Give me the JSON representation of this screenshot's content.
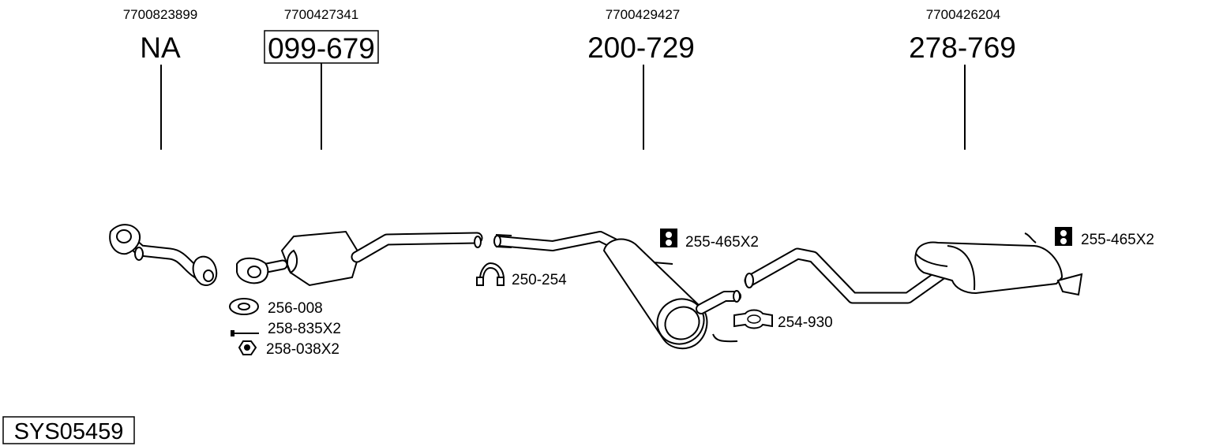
{
  "columns": [
    {
      "oem_number": "7700823899",
      "part_number": "NA",
      "boxed": false
    },
    {
      "oem_number": "7700427341",
      "part_number": "099-679",
      "boxed": true
    },
    {
      "oem_number": "7700429427",
      "part_number": "200-729",
      "boxed": false
    },
    {
      "oem_number": "7700426204",
      "part_number": "278-769",
      "boxed": false
    }
  ],
  "hardware": [
    {
      "label": "256-008",
      "icon": "gasket-icon"
    },
    {
      "label": "258-835X2",
      "icon": "bolt-icon"
    },
    {
      "label": "258-038X2",
      "icon": "nut-icon"
    },
    {
      "label": "250-254",
      "icon": "u-clamp-icon"
    },
    {
      "label": "255-465X2",
      "icon": "rubber-hanger-icon"
    },
    {
      "label": "254-930",
      "icon": "band-clamp-icon"
    },
    {
      "label": "255-465X2",
      "icon": "rubber-hanger-icon"
    }
  ],
  "system_id": "SYS05459"
}
